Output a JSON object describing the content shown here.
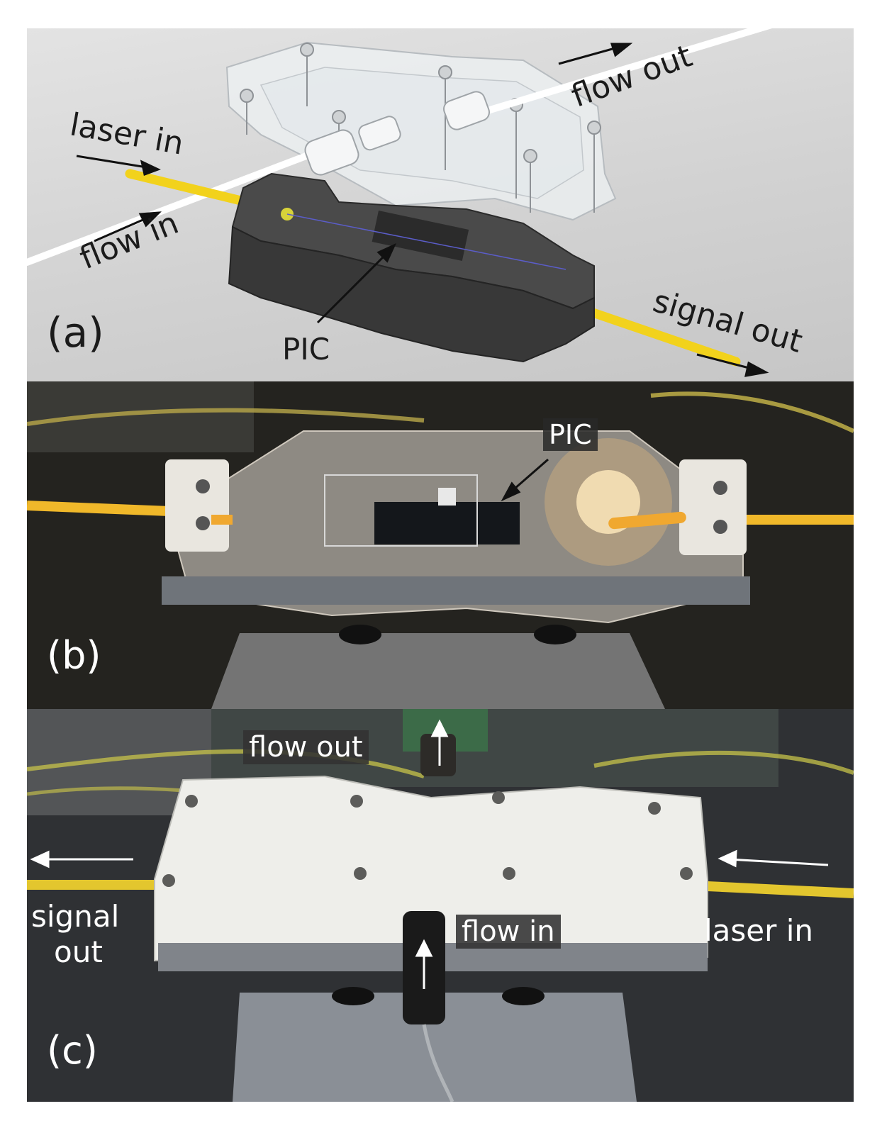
{
  "panel_a": {
    "tag": "(a)",
    "labels": {
      "laser_in": "laser in",
      "flow_in": "flow in",
      "flow_out": "flow out",
      "signal_out": "signal out",
      "pic": "PIC"
    }
  },
  "panel_b": {
    "tag": "(b)",
    "labels": {
      "pic": "PIC"
    }
  },
  "panel_c": {
    "tag": "(c)",
    "labels": {
      "flow_out": "flow out",
      "flow_in": "flow in",
      "laser_in": "laser in",
      "signal_out_line1": "signal",
      "signal_out_line2": "out"
    }
  },
  "colors": {
    "fiber_yellow": "#f2d21c",
    "housing_dark": "#3e3e3e",
    "lid_clear": "#eef1f3",
    "lid_white": "#eeeeea"
  }
}
